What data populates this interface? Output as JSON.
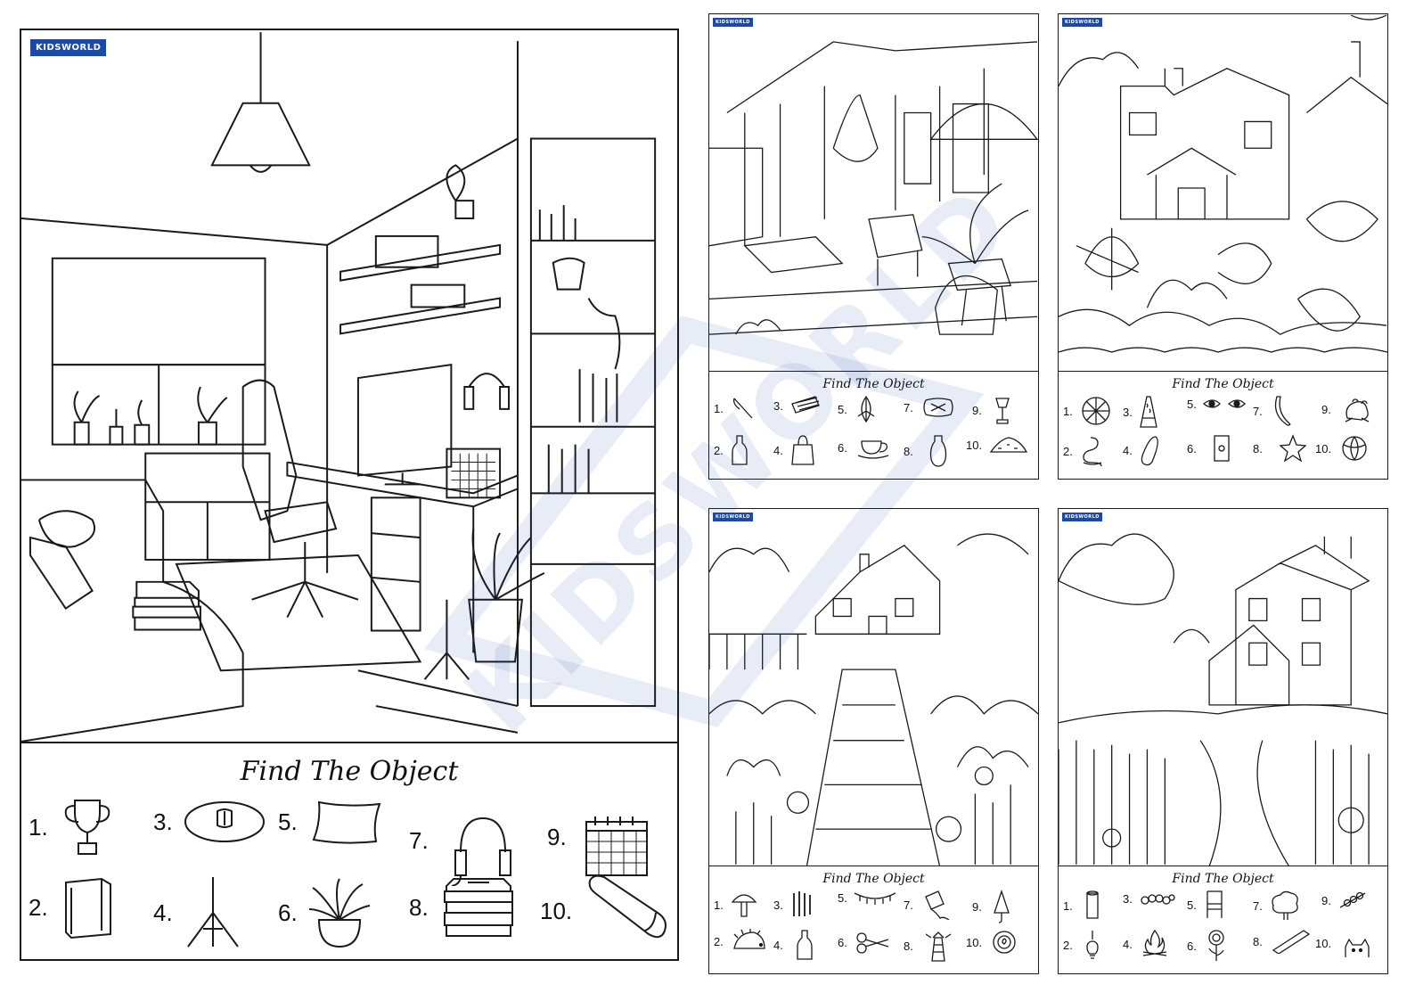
{
  "brand": "KIDSWORLD",
  "panel_title": "Find The Object",
  "watermark": "KIDSWORLD",
  "sheets": [
    {
      "id": "bedroom",
      "items": [
        {
          "n": "1.",
          "icon": "trophy-icon"
        },
        {
          "n": "2.",
          "icon": "book-icon"
        },
        {
          "n": "3.",
          "icon": "mouse-icon"
        },
        {
          "n": "4.",
          "icon": "tripod-icon"
        },
        {
          "n": "5.",
          "icon": "pillow-icon"
        },
        {
          "n": "6.",
          "icon": "potted-plant-icon"
        },
        {
          "n": "7.",
          "icon": "headphones-icon"
        },
        {
          "n": "8.",
          "icon": "folded-clothes-icon"
        },
        {
          "n": "9.",
          "icon": "calendar-icon"
        },
        {
          "n": "10.",
          "icon": "bolster-pillow-icon"
        }
      ]
    },
    {
      "id": "patio",
      "items": [
        {
          "n": "1.",
          "icon": "knife-icon"
        },
        {
          "n": "2.",
          "icon": "bottle-icon"
        },
        {
          "n": "3.",
          "icon": "grill-icon"
        },
        {
          "n": "4.",
          "icon": "bag-icon"
        },
        {
          "n": "5.",
          "icon": "leaf-icon"
        },
        {
          "n": "6.",
          "icon": "cup-icon"
        },
        {
          "n": "7.",
          "icon": "cushion-icon"
        },
        {
          "n": "8.",
          "icon": "vase-icon"
        },
        {
          "n": "9.",
          "icon": "lamp-icon"
        },
        {
          "n": "10.",
          "icon": "sand-pile-icon"
        }
      ]
    },
    {
      "id": "garden-house",
      "items": [
        {
          "n": "1.",
          "icon": "umbrella-icon"
        },
        {
          "n": "2.",
          "icon": "snake-icon"
        },
        {
          "n": "3.",
          "icon": "lava-lamp-icon"
        },
        {
          "n": "4.",
          "icon": "pickle-icon"
        },
        {
          "n": "5.",
          "icon": "eyes-icon"
        },
        {
          "n": "6.",
          "icon": "switch-icon"
        },
        {
          "n": "7.",
          "icon": "banana-icon"
        },
        {
          "n": "8.",
          "icon": "starfish-icon"
        },
        {
          "n": "9.",
          "icon": "frog-icon"
        },
        {
          "n": "10.",
          "icon": "cabbage-icon"
        }
      ]
    },
    {
      "id": "garden-path",
      "items": [
        {
          "n": "1.",
          "icon": "mushroom-icon"
        },
        {
          "n": "2.",
          "icon": "hedgehog-icon"
        },
        {
          "n": "3.",
          "icon": "feathers-icon"
        },
        {
          "n": "4.",
          "icon": "bottle-icon"
        },
        {
          "n": "5.",
          "icon": "garland-icon"
        },
        {
          "n": "6.",
          "icon": "scissors-icon"
        },
        {
          "n": "7.",
          "icon": "kite-icon"
        },
        {
          "n": "8.",
          "icon": "lighthouse-icon"
        },
        {
          "n": "9.",
          "icon": "umbrella-icon"
        },
        {
          "n": "10.",
          "icon": "rose-icon"
        }
      ]
    },
    {
      "id": "farmhouse",
      "items": [
        {
          "n": "1.",
          "icon": "log-icon"
        },
        {
          "n": "2.",
          "icon": "lightbulb-icon"
        },
        {
          "n": "3.",
          "icon": "caterpillar-icon"
        },
        {
          "n": "4.",
          "icon": "campfire-icon"
        },
        {
          "n": "5.",
          "icon": "chair-icon"
        },
        {
          "n": "6.",
          "icon": "sunflower-icon"
        },
        {
          "n": "7.",
          "icon": "tree-icon"
        },
        {
          "n": "8.",
          "icon": "plank-icon"
        },
        {
          "n": "9.",
          "icon": "skewer-icon"
        },
        {
          "n": "10.",
          "icon": "cat-icon"
        }
      ]
    }
  ],
  "colors": {
    "brand": "#1d49a6",
    "line": "#1a1a1a",
    "watermark": "#1d49a6"
  }
}
